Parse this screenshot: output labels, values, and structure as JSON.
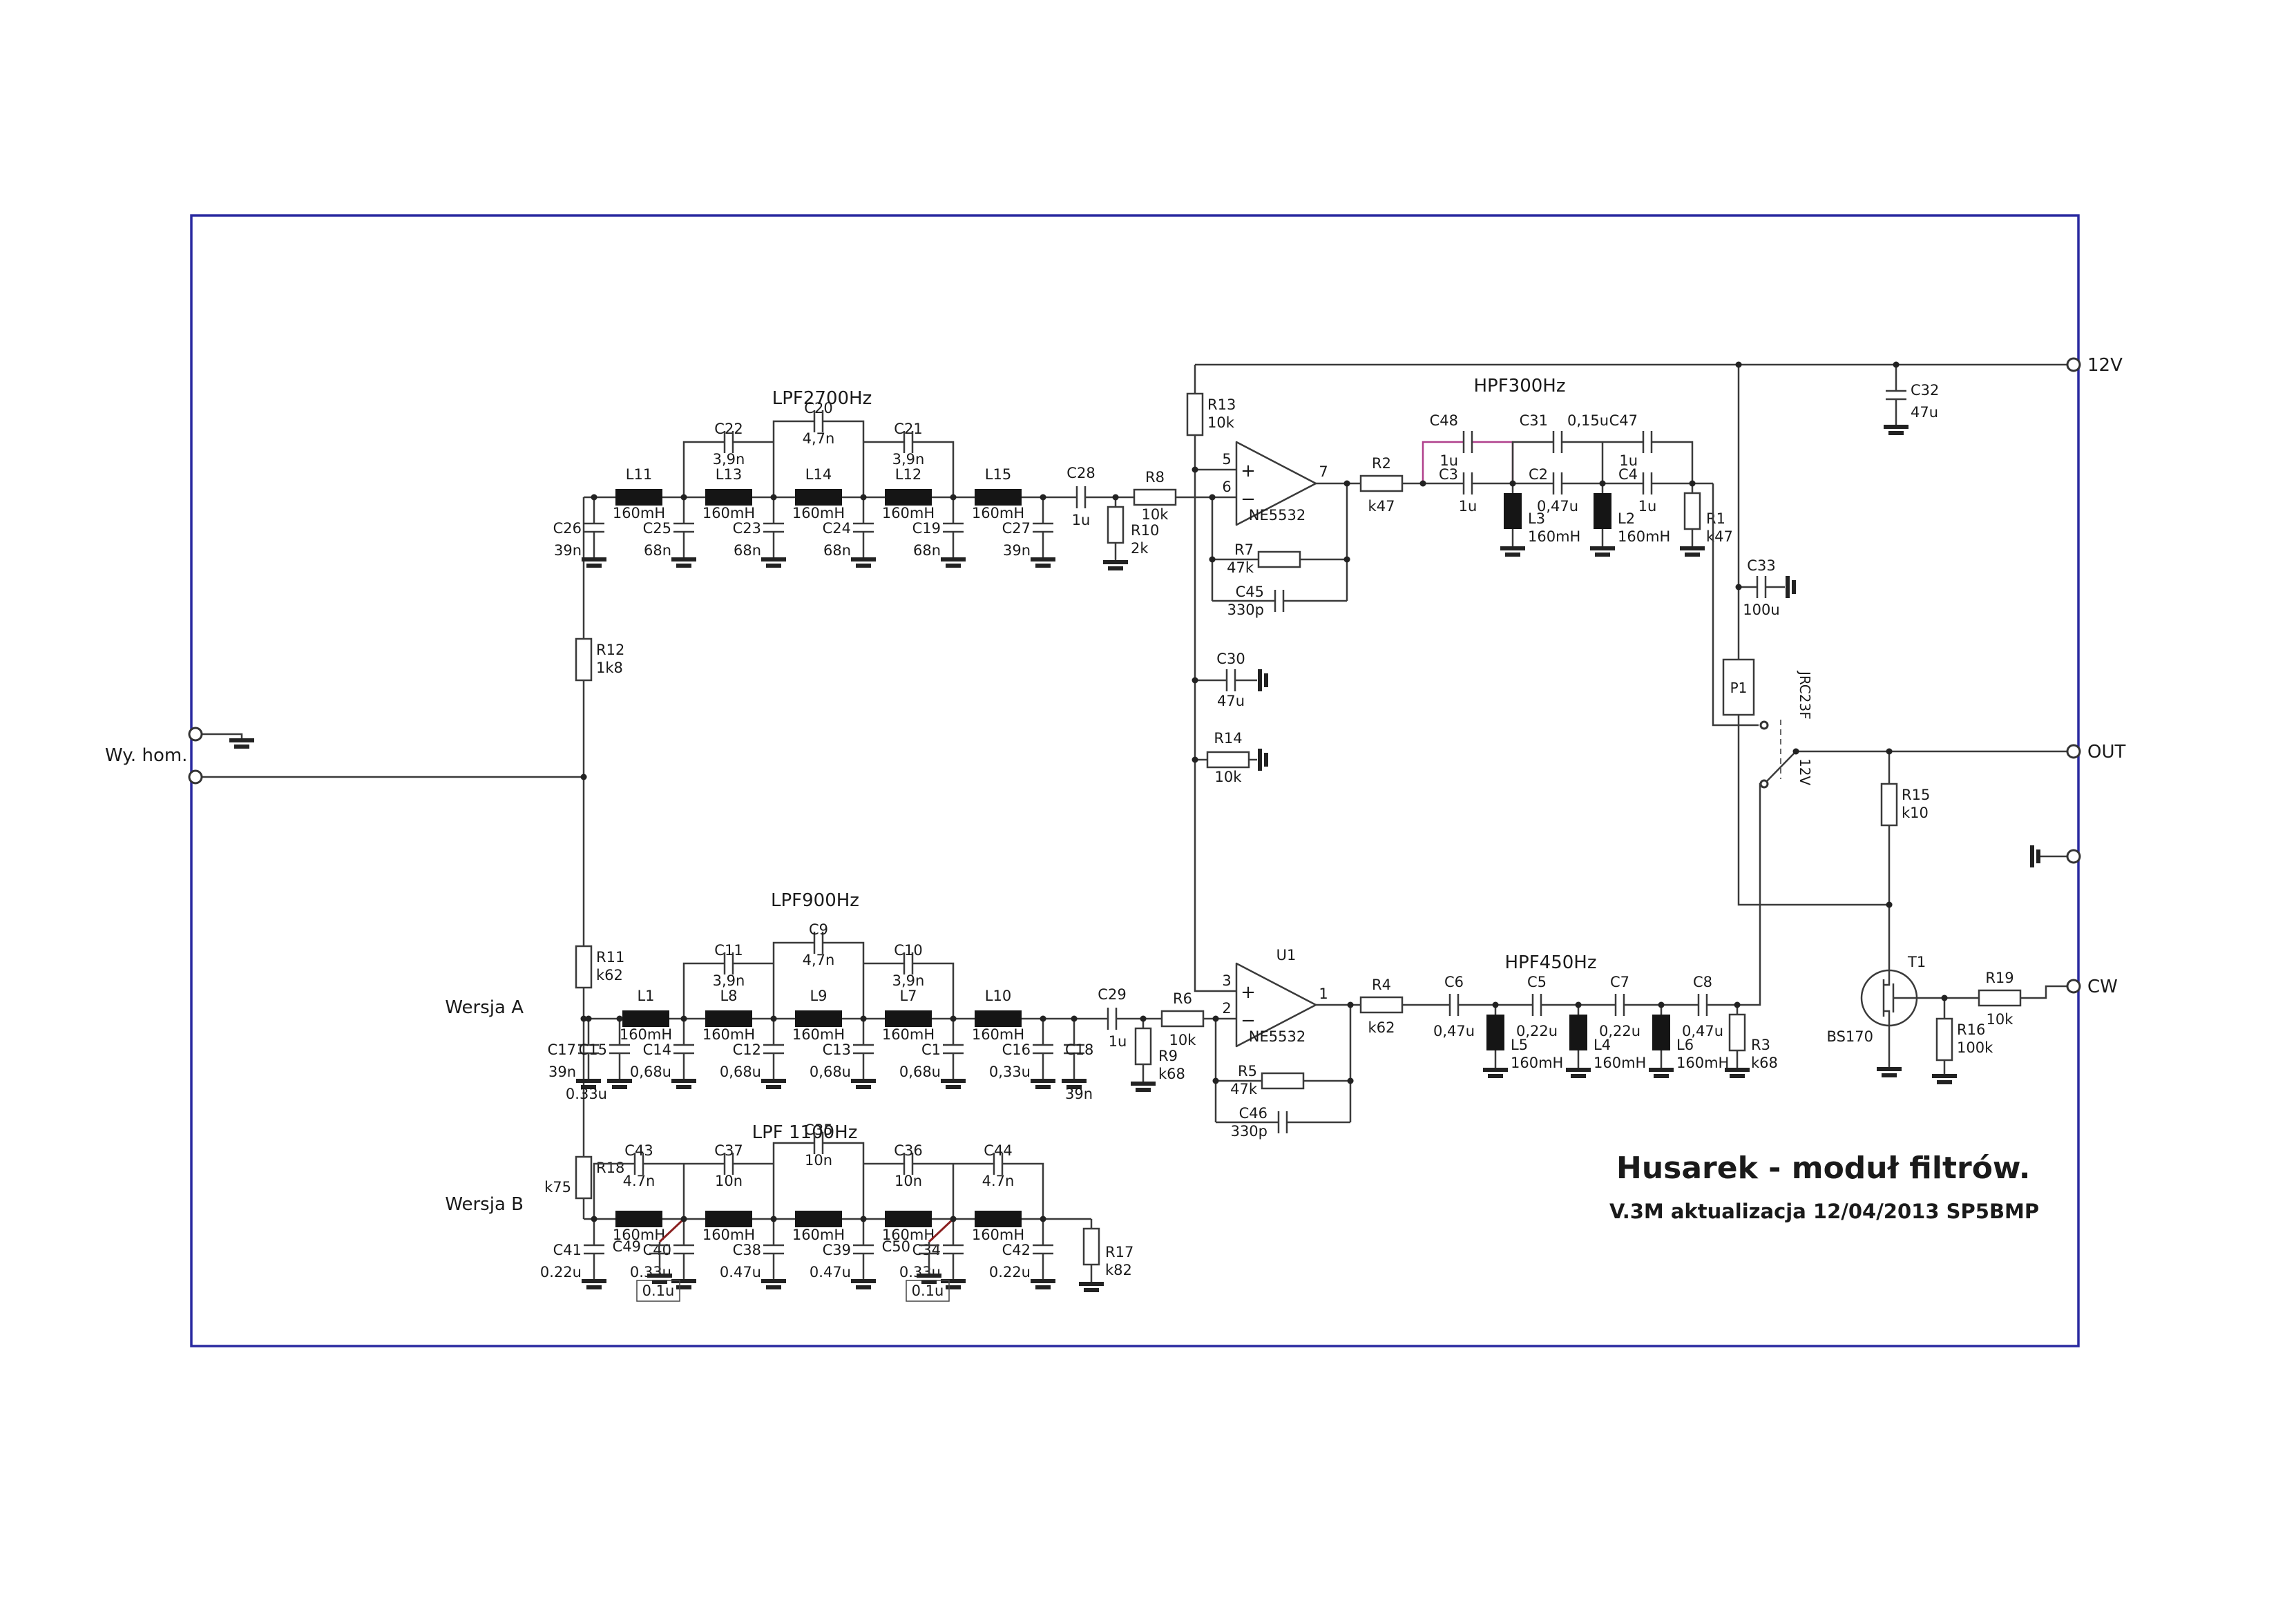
{
  "meta": {
    "title": "Husarek - moduł filtrów.",
    "subtitle": "V.3M  aktualizacja  12/04/2013   SP5BMP"
  },
  "terminals": {
    "v12": "12V",
    "out": "OUT",
    "cw": "CW",
    "input": "Wy. hom."
  },
  "sections": {
    "lpf2700": "LPF2700Hz",
    "lpf900": "LPF900Hz",
    "lpf1100": "LPF 1100Hz",
    "hpf300": "HPF300Hz",
    "hpf450": "HPF450Hz",
    "wersja_a": "Wersja A",
    "wersja_b": "Wersja B"
  },
  "opamps": {
    "a": {
      "pin_plus": "5",
      "pin_minus": "6",
      "pin_out": "7",
      "plus": "+",
      "minus": "−",
      "part": "NE5532"
    },
    "b": {
      "ref": "U1",
      "pin_plus": "3",
      "pin_minus": "2",
      "pin_out": "1",
      "plus": "+",
      "minus": "−",
      "part": "NE5532"
    }
  },
  "relay": {
    "ref": "P1",
    "type": "JRC23F",
    "coil_voltage": "12V"
  },
  "transistor": {
    "ref": "T1",
    "type": "BS170"
  },
  "c": {
    "r1": {
      "n": "R1",
      "v": "k47"
    },
    "r2": {
      "n": "R2",
      "v": "k47"
    },
    "r3": {
      "n": "R3",
      "v": "k68"
    },
    "r4": {
      "n": "R4",
      "v": "k62"
    },
    "r5": {
      "n": "R5",
      "v": "47k"
    },
    "r6": {
      "n": "R6",
      "v": "10k"
    },
    "r7": {
      "n": "R7",
      "v": "47k"
    },
    "r8": {
      "n": "R8",
      "v": "10k"
    },
    "r9": {
      "n": "R9",
      "v": "k68"
    },
    "r10": {
      "n": "R10",
      "v": "2k"
    },
    "r11": {
      "n": "R11",
      "v": "k62"
    },
    "r12": {
      "n": "R12",
      "v": "1k8"
    },
    "r13": {
      "n": "R13",
      "v": "10k"
    },
    "r14": {
      "n": "R14",
      "v": "10k"
    },
    "r15": {
      "n": "R15",
      "v": "k10"
    },
    "r16": {
      "n": "R16",
      "v": "100k"
    },
    "r17": {
      "n": "R17",
      "v": "k82"
    },
    "r18": {
      "n": "R18",
      "v": "k75"
    },
    "r19": {
      "n": "R19",
      "v": "10k"
    },
    "c1": {
      "n": "C1",
      "v": "0,68u"
    },
    "c2": {
      "n": "C2",
      "v": "0,47u"
    },
    "c3": {
      "n": "C3",
      "v": "1u"
    },
    "c4": {
      "n": "C4",
      "v": "1u"
    },
    "c5": {
      "n": "C5",
      "v": "0,22u"
    },
    "c6": {
      "n": "C6",
      "v": "0,47u"
    },
    "c7": {
      "n": "C7",
      "v": "0,22u"
    },
    "c8": {
      "n": "C8",
      "v": "0,47u"
    },
    "c9": {
      "n": "C9",
      "v": "4,7n"
    },
    "c10": {
      "n": "C10",
      "v": "3,9n"
    },
    "c11": {
      "n": "C11",
      "v": "3,9n"
    },
    "c12": {
      "n": "C12",
      "v": "0,68u"
    },
    "c13": {
      "n": "C13",
      "v": "0,68u"
    },
    "c14": {
      "n": "C14",
      "v": "0,68u"
    },
    "c15": {
      "n": "C15",
      "v": "0.33u"
    },
    "c16": {
      "n": "C16",
      "v": "0,33u"
    },
    "c17": {
      "n": "C17",
      "v": "39n"
    },
    "c18": {
      "n": "C18",
      "v": "39n"
    },
    "c19": {
      "n": "C19",
      "v": "68n"
    },
    "c20": {
      "n": "C20",
      "v": "4,7n"
    },
    "c21": {
      "n": "C21",
      "v": "3,9n"
    },
    "c22": {
      "n": "C22",
      "v": "3,9n"
    },
    "c23": {
      "n": "C23",
      "v": "68n"
    },
    "c24": {
      "n": "C24",
      "v": "68n"
    },
    "c25": {
      "n": "C25",
      "v": "68n"
    },
    "c26": {
      "n": "C26",
      "v": "39n"
    },
    "c27": {
      "n": "C27",
      "v": "39n"
    },
    "c28": {
      "n": "C28",
      "v": "1u"
    },
    "c29": {
      "n": "C29",
      "v": "1u"
    },
    "c30": {
      "n": "C30",
      "v": "47u"
    },
    "c31": {
      "n": "C31",
      "v": "0,15u"
    },
    "c32": {
      "n": "C32",
      "v": "47u"
    },
    "c33": {
      "n": "C33",
      "v": "100u"
    },
    "c34": {
      "n": "C34",
      "v": "0.33u"
    },
    "c35": {
      "n": "C35",
      "v": "10n"
    },
    "c36": {
      "n": "C36",
      "v": "10n"
    },
    "c37": {
      "n": "C37",
      "v": "10n"
    },
    "c38": {
      "n": "C38",
      "v": "0.47u"
    },
    "c39": {
      "n": "C39",
      "v": "0.47u"
    },
    "c40": {
      "n": "C40",
      "v": "0.33u"
    },
    "c41": {
      "n": "C41",
      "v": "0.22u"
    },
    "c42": {
      "n": "C42",
      "v": "0.22u"
    },
    "c43": {
      "n": "C43",
      "v": "4.7n"
    },
    "c44": {
      "n": "C44",
      "v": "4.7n"
    },
    "c45": {
      "n": "C45",
      "v": "330p"
    },
    "c46": {
      "n": "C46",
      "v": "330p"
    },
    "c47": {
      "n": "C47",
      "v": "1u"
    },
    "c48": {
      "n": "C48",
      "v": "1u"
    },
    "c49": {
      "n": "C49",
      "v": "0.1u"
    },
    "c50": {
      "n": "C50",
      "v": "0.1u"
    },
    "l1": {
      "n": "L1",
      "v": "160mH"
    },
    "l2": {
      "n": "L2",
      "v": "160mH"
    },
    "l3": {
      "n": "L3",
      "v": "160mH"
    },
    "l4": {
      "n": "L4",
      "v": "160mH"
    },
    "l5": {
      "n": "L5",
      "v": "160mH"
    },
    "l6": {
      "n": "L6",
      "v": "160mH"
    },
    "l7": {
      "n": "L7",
      "v": "160mH"
    },
    "l8": {
      "n": "L8",
      "v": "160mH"
    },
    "l9": {
      "n": "L9",
      "v": "160mH"
    },
    "l10": {
      "n": "L10",
      "v": "160mH"
    },
    "l11": {
      "n": "L11",
      "v": "160mH"
    },
    "l12": {
      "n": "L12",
      "v": "160mH"
    },
    "l13": {
      "n": "L13",
      "v": "160mH"
    },
    "l14": {
      "n": "L14",
      "v": "160mH"
    },
    "l15": {
      "n": "L15",
      "v": "160mH"
    },
    "i1": {
      "v": "160mH"
    },
    "i2": {
      "v": "160mH"
    },
    "i3": {
      "v": "160mH"
    },
    "i4": {
      "v": "160mH"
    },
    "i5": {
      "v": "160mH"
    }
  }
}
